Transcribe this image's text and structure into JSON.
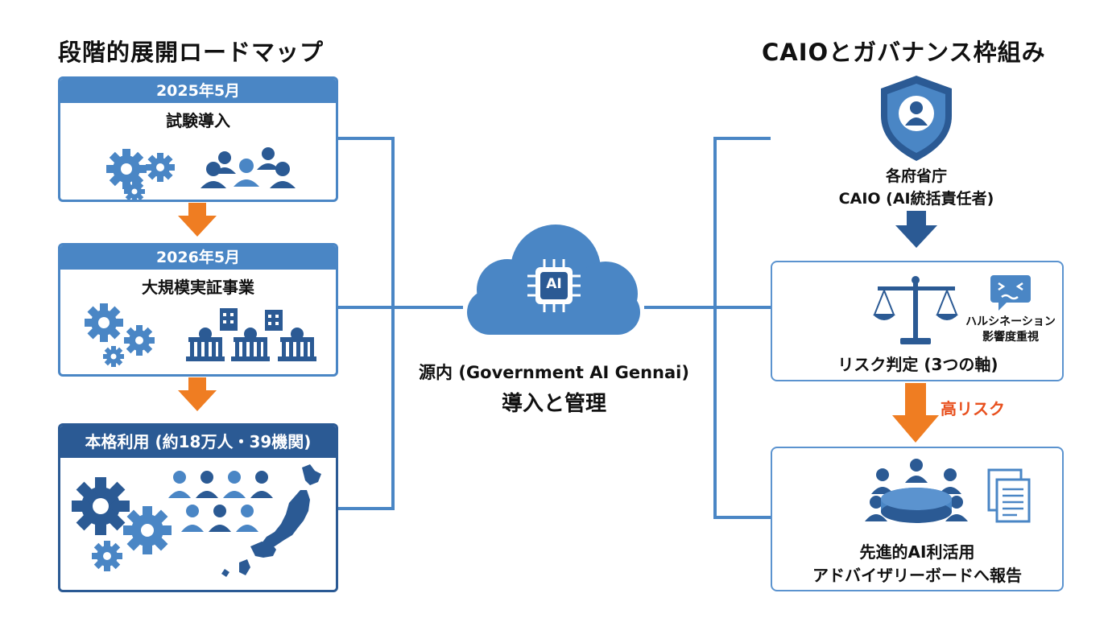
{
  "roadmap": {
    "title": "段階的展開ロードマップ",
    "stages": [
      {
        "date": "2025年5月",
        "label": "試験導入"
      },
      {
        "date": "2026年5月",
        "label": "大規模実証事業"
      },
      {
        "date": "",
        "label": "本格利用 (約18万人・39機関)"
      }
    ]
  },
  "center": {
    "badge": "AI",
    "line1": "源内 (Government AI Gennai)",
    "line2": "導入と管理"
  },
  "governance": {
    "title": "CAIOとガバナンス枠組み",
    "caio_line1": "各府省庁",
    "caio_line2": "CAIO (AI統括責任者)",
    "risk_label": "リスク判定 (3つの軸)",
    "hallucination_line1": "ハルシネーション",
    "hallucination_line2": "影響度重視",
    "high_risk": "高リスク",
    "board_line1": "先進的AI利活用",
    "board_line2": "アドバイザリーボードへ報告"
  },
  "colors": {
    "primary": "#4a86c5",
    "dark": "#2b5a94",
    "accent_orange": "#ef7d22",
    "high_risk_text": "#e8501e"
  }
}
